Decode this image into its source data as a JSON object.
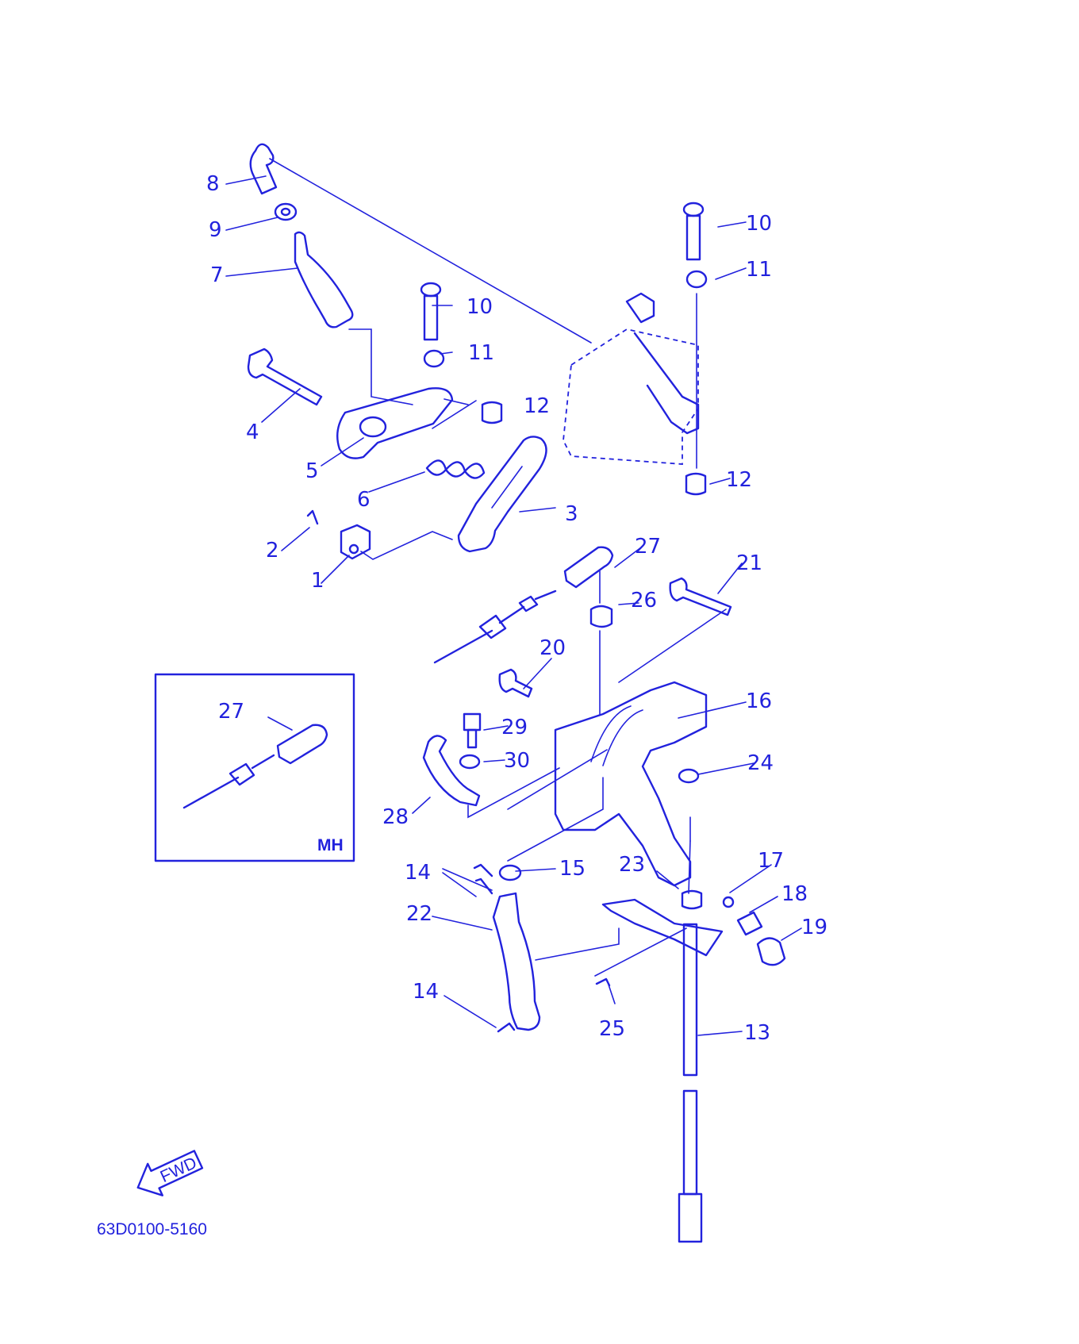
{
  "colors": {
    "ink": "#2222dd",
    "paper": "#ffffff"
  },
  "part_numbers": [
    "1",
    "2",
    "3",
    "4",
    "5",
    "6",
    "7",
    "8",
    "9",
    "10",
    "11",
    "12",
    "13",
    "14",
    "15",
    "16",
    "17",
    "18",
    "19",
    "20",
    "21",
    "22",
    "23",
    "24",
    "25",
    "26",
    "27",
    "28",
    "29",
    "30"
  ],
  "inset": {
    "tag": "MH",
    "part": "27"
  },
  "direction": {
    "text": "FWD",
    "icon": "arrow-icon"
  },
  "catalog_code": "63D0100-5160"
}
